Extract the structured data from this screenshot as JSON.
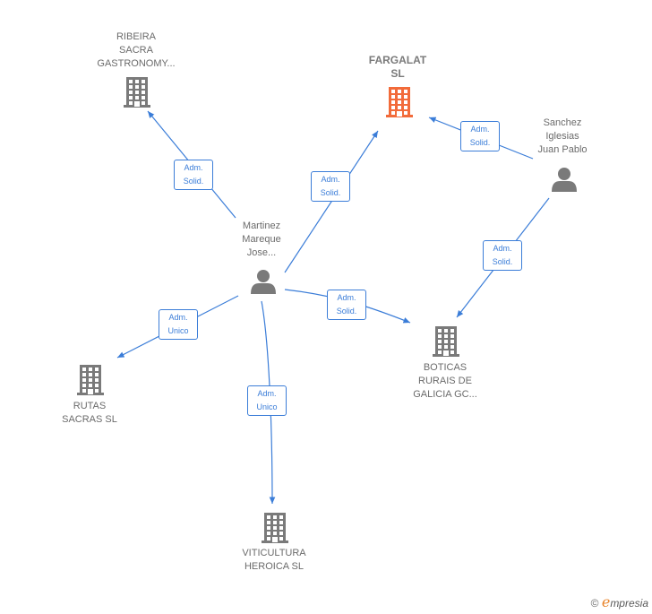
{
  "nodes": {
    "ribeira": {
      "lines": [
        "RIBEIRA",
        "SACRA",
        "GASTRONOMY..."
      ],
      "type": "company",
      "color": "#7a7a7a"
    },
    "fargalat": {
      "lines": [
        "FARGALAT",
        "SL"
      ],
      "type": "company",
      "color": "#f26b3a"
    },
    "sanchez": {
      "lines": [
        "Sanchez",
        "Iglesias",
        "Juan Pablo"
      ],
      "type": "person",
      "color": "#7a7a7a"
    },
    "martinez": {
      "lines": [
        "Martinez",
        "Mareque",
        "Jose..."
      ],
      "type": "person",
      "color": "#7a7a7a"
    },
    "rutas": {
      "lines": [
        "RUTAS",
        "SACRAS SL"
      ],
      "type": "company",
      "color": "#7a7a7a"
    },
    "boticas": {
      "lines": [
        "BOTICAS",
        "RURAIS DE",
        "GALICIA GC..."
      ],
      "type": "company",
      "color": "#7a7a7a"
    },
    "viticultura": {
      "lines": [
        "VITICULTURA",
        "HEROICA  SL"
      ],
      "type": "company",
      "color": "#7a7a7a"
    }
  },
  "edges": [
    {
      "from": "martinez",
      "to": "ribeira",
      "label": [
        "Adm.",
        "Solid."
      ]
    },
    {
      "from": "martinez",
      "to": "fargalat",
      "label": [
        "Adm.",
        "Solid."
      ]
    },
    {
      "from": "sanchez",
      "to": "fargalat",
      "label": [
        "Adm.",
        "Solid."
      ]
    },
    {
      "from": "sanchez",
      "to": "boticas",
      "label": [
        "Adm.",
        "Solid."
      ]
    },
    {
      "from": "martinez",
      "to": "boticas",
      "label": [
        "Adm.",
        "Solid."
      ]
    },
    {
      "from": "martinez",
      "to": "rutas",
      "label": [
        "Adm.",
        "Unico"
      ]
    },
    {
      "from": "martinez",
      "to": "viticultura",
      "label": [
        "Adm.",
        "Unico"
      ]
    }
  ],
  "colors": {
    "edge": "#3b7dd8",
    "company": "#7a7a7a",
    "focus_company": "#f26b3a",
    "person": "#7a7a7a"
  },
  "credit": {
    "symbol": "©",
    "brand_initial": "e",
    "brand_rest": "mpresia"
  }
}
